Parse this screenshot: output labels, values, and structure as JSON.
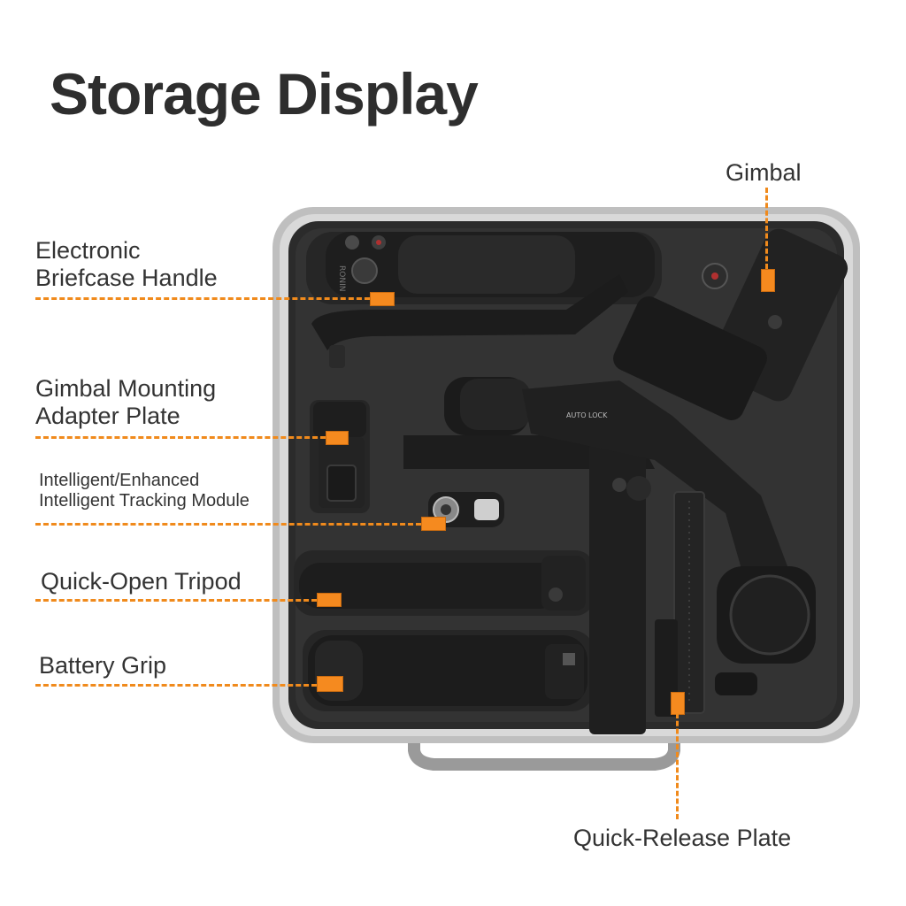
{
  "title": "Storage Display",
  "accent_color": "#f58a1f",
  "labels": {
    "gimbal": "Gimbal",
    "briefcase_handle": [
      "Electronic",
      "Briefcase Handle"
    ],
    "mounting_plate": [
      "Gimbal Mounting",
      "Adapter Plate"
    ],
    "tracking_module": [
      "Intelligent/Enhanced",
      "Intelligent Tracking Module"
    ],
    "tripod": "Quick-Open Tripod",
    "battery_grip": "Battery Grip",
    "quick_release_plate": "Quick-Release Plate"
  },
  "product_markings": {
    "brand": "RONIN",
    "auto_lock": "AUTO LOCK"
  }
}
